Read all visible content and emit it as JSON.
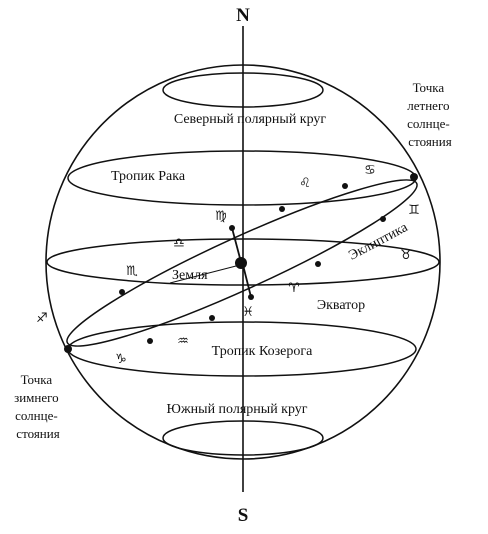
{
  "poles": {
    "north": "N",
    "south": "S"
  },
  "circles": {
    "arctic": "Северный полярный круг",
    "cancer": "Тропик Рака",
    "equator": "Экватор",
    "capricorn": "Тропик Козерога",
    "antarctic": "Южный полярный круг"
  },
  "ecliptic": "Эклиптика",
  "earth": "Земля",
  "summer_solstice": [
    "Точка",
    "летнего",
    "солнце-",
    "стояния"
  ],
  "winter_solstice": [
    "Точка",
    "зимнего",
    "солнце-",
    "стояния"
  ],
  "zodiac": {
    "leo": "♌",
    "cancer": "♋",
    "virgo": "♍",
    "libra": "♎",
    "scorpio": "♏",
    "sagittarius": "♐",
    "capricorn": "♑",
    "aquarius": "♒",
    "pisces": "♓",
    "aries": "♈",
    "taurus": "♉",
    "gemini": "♊"
  },
  "colors": {
    "ink": "#111111",
    "background": "#ffffff"
  }
}
